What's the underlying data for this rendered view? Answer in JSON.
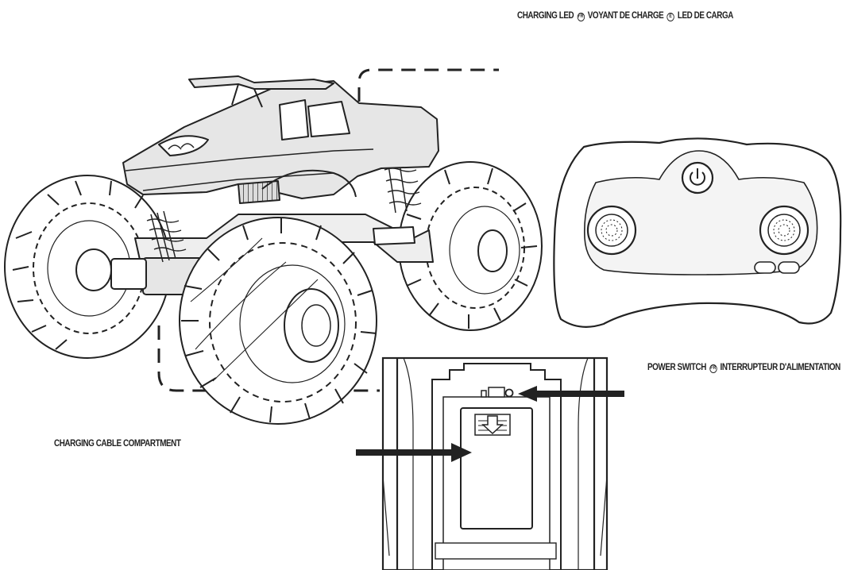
{
  "labels": {
    "charging_led": {
      "en": "CHARGING LED",
      "fr_marker": "FR",
      "fr": "VOYANT DE CHARGE",
      "es_marker": "E",
      "es": "LED DE CARGA"
    },
    "power_switch": {
      "en": "POWER SWITCH",
      "fr_marker": "FR",
      "fr": "INTERRUPTEUR D'ALIMENTATION"
    },
    "charging_cable_compartment": "CHARGING CABLE COMPARTMENT"
  },
  "icons": {
    "power": "power-icon",
    "arrow_down": "arrow-down-icon",
    "pointer_arrow": "arrow-right-icon"
  },
  "colors": {
    "ink": "#222222",
    "body_fill": "#e6e6e6",
    "background": "#ffffff"
  }
}
